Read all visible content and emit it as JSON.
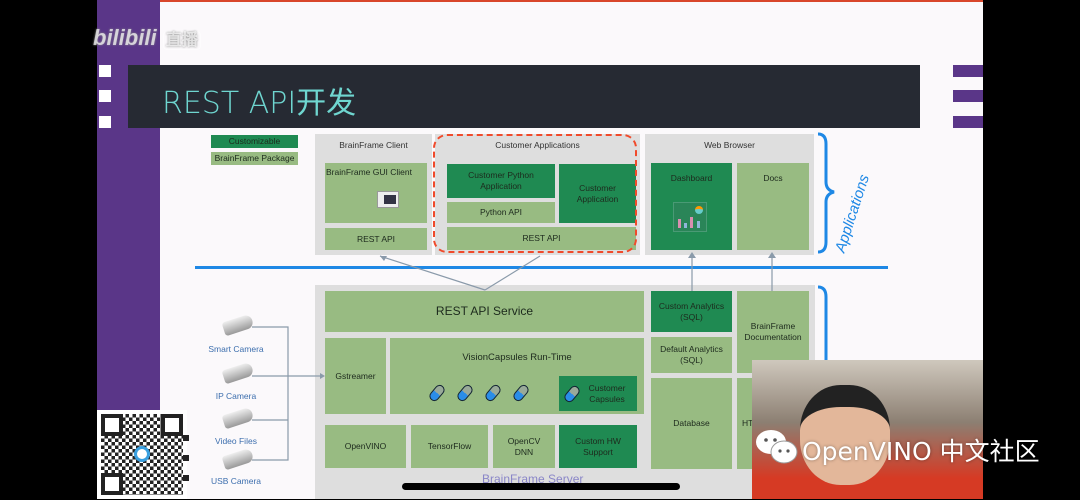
{
  "overlay": {
    "bilibili_logo": "bilibili",
    "live_badge": "直播",
    "watermark": "OpenVINO 中文社区"
  },
  "slide": {
    "title": "REST API开发",
    "legend": {
      "customizable": "Customizable",
      "package": "BrainFrame Package"
    },
    "client": {
      "title": "BrainFrame Client",
      "gui": "BrainFrame GUI Client",
      "rest": "REST API"
    },
    "customer": {
      "title": "Customer Applications",
      "python_app": "Customer Python Application",
      "python_api": "Python API",
      "app": "Customer Application",
      "rest": "REST API"
    },
    "browser": {
      "title": "Web Browser",
      "dashboard": "Dashboard",
      "docs": "Docs"
    },
    "applications_label": "Applications",
    "server": {
      "rest_service": "REST API Service",
      "gstreamer": "Gstreamer",
      "runtime": "VisionCapsules Run-Time",
      "customer_capsules": "Customer Capsules",
      "openvino": "OpenVINO",
      "tensorflow": "TensorFlow",
      "opencv": "OpenCV DNN",
      "custom_hw": "Custom HW Support",
      "custom_analytics": "Custom Analytics (SQL)",
      "default_analytics": "Default Analytics (SQL)",
      "documentation": "BrainFrame Documentation",
      "database": "Database",
      "http": "HT",
      "footer": "BrainFrame Server"
    },
    "sources": [
      "Smart Camera",
      "IP Camera",
      "Video Files",
      "USB Camera"
    ]
  },
  "colors": {
    "dark_green": "#1f8a52",
    "light_green": "#98bb82",
    "accent_blue": "#1e88e5",
    "purple": "#5a3688",
    "title_teal": "#6fd6d0"
  }
}
